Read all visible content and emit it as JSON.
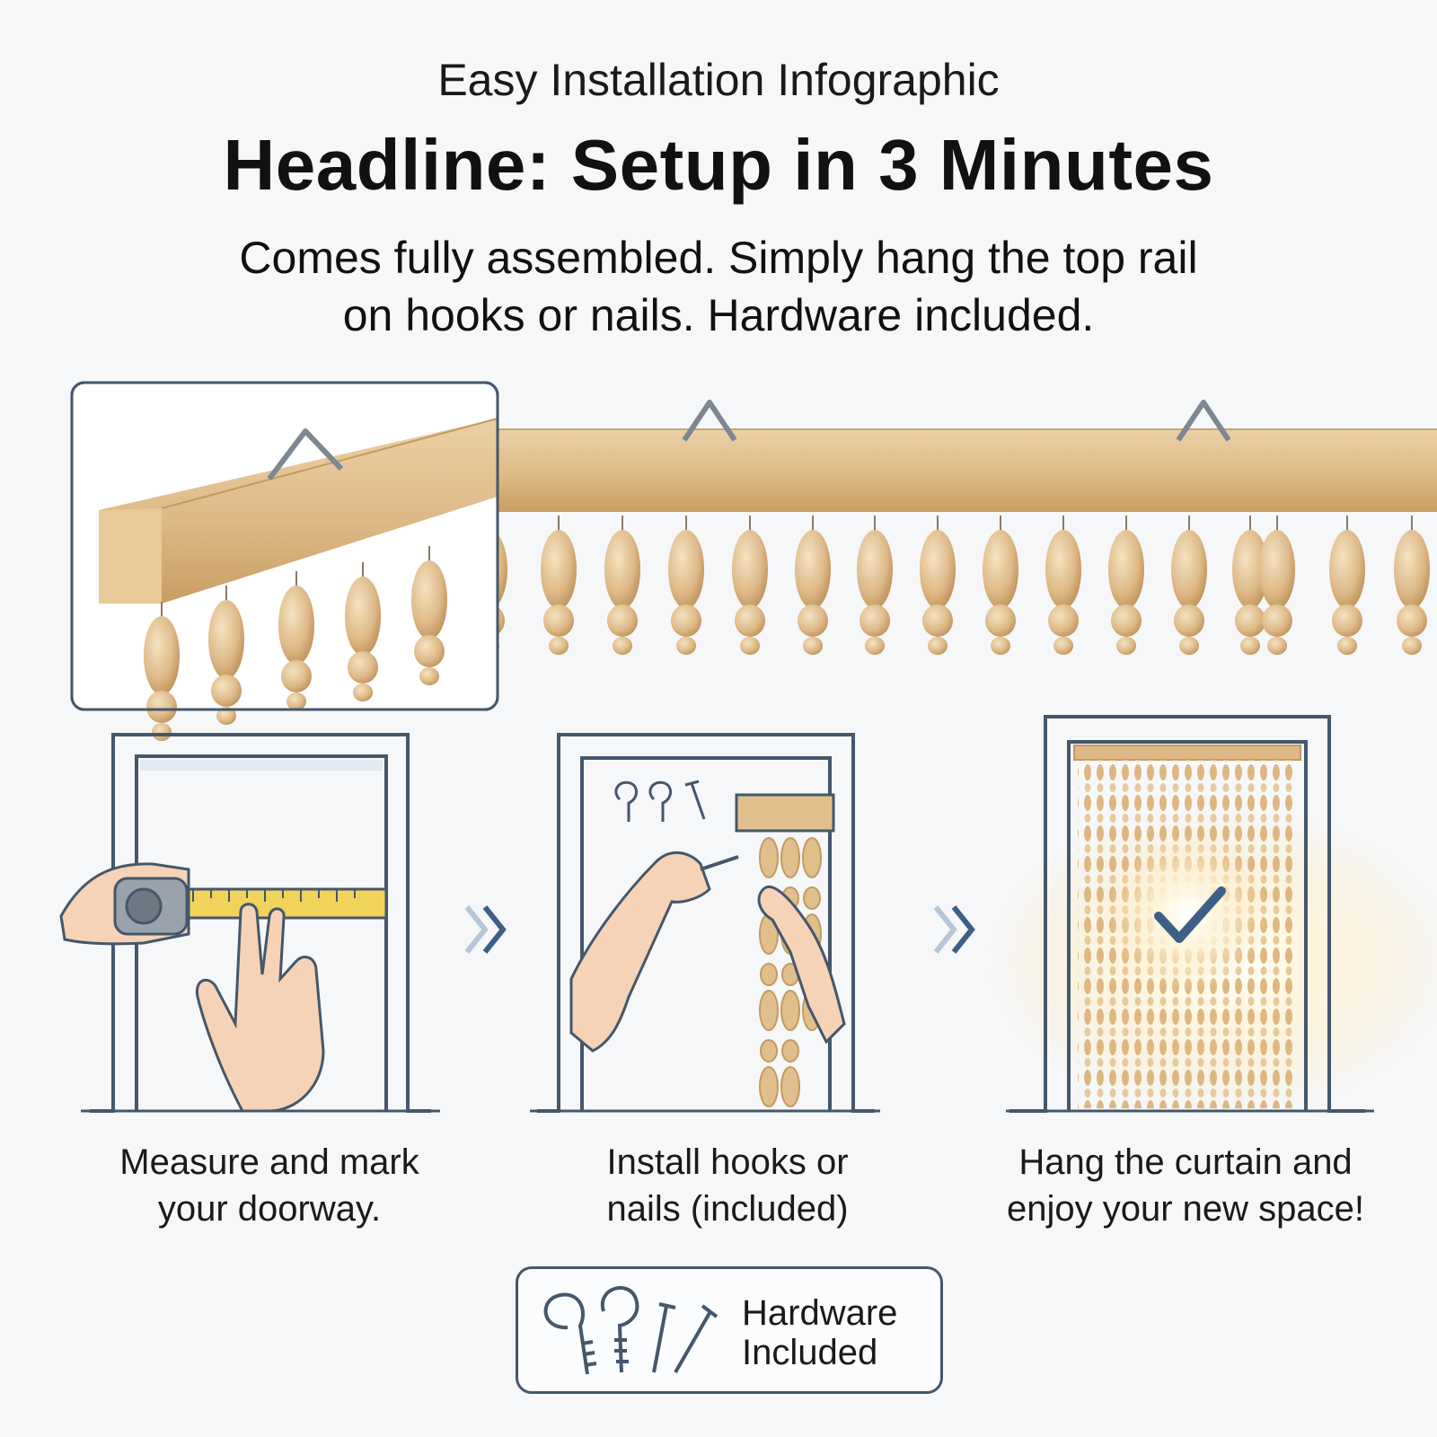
{
  "header": {
    "eyebrow": "Easy Installation Infographic",
    "headline": "Headline: Setup in 3 Minutes",
    "subtext_line1": "Comes fully assembled. Simply hang the top rail",
    "subtext_line2": "on hooks or nails. Hardware included."
  },
  "steps": [
    {
      "line1": "Measure and mark",
      "line2": "your doorway.",
      "icon": "tape-measure-icon"
    },
    {
      "line1": "Install hooks or",
      "line2": "nails (included)",
      "icon": "screw-hook-icon"
    },
    {
      "line1": "Hang the curtain and",
      "line2": "enjoy your new space!",
      "icon": "checkmark-icon"
    }
  ],
  "hardware": {
    "line1": "Hardware",
    "line2": "Included",
    "icon": "hooks-and-nails-icon"
  },
  "colors": {
    "wood": "#e1bf8c",
    "wood_dark": "#c99e63",
    "outline": "#44576b",
    "accent_blue": "#3d5f86",
    "tape_yellow": "#f1d25a",
    "skin": "#f6d3b6",
    "background": "#f6f7f9"
  }
}
